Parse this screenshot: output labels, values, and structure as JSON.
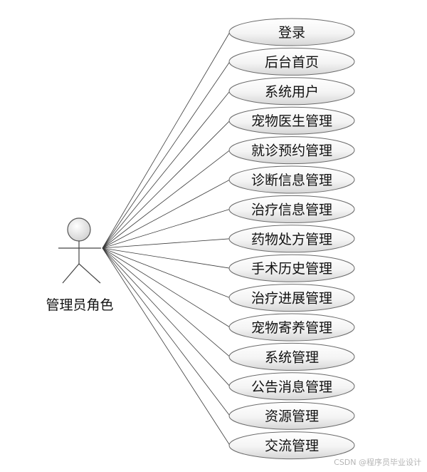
{
  "actor": {
    "label": "管理员角色",
    "icon": "stick-figure-actor-icon"
  },
  "use_cases": [
    {
      "label": "登录"
    },
    {
      "label": "后台首页"
    },
    {
      "label": "系统用户"
    },
    {
      "label": "宠物医生管理"
    },
    {
      "label": "就诊预约管理"
    },
    {
      "label": "诊断信息管理"
    },
    {
      "label": "治疗信息管理"
    },
    {
      "label": "药物处方管理"
    },
    {
      "label": "手术历史管理"
    },
    {
      "label": "治疗进展管理"
    },
    {
      "label": "宠物寄养管理"
    },
    {
      "label": "系统管理"
    },
    {
      "label": "公告消息管理"
    },
    {
      "label": "资源管理"
    },
    {
      "label": "交流管理"
    }
  ],
  "watermark": {
    "text": "CSDN @程序员毕业设计"
  },
  "colors": {
    "ellipse_fill_light": "#ffffff",
    "ellipse_fill_dark": "#d9d9d9",
    "ellipse_stroke": "#6b6b6b",
    "line": "#3a3a3a"
  }
}
